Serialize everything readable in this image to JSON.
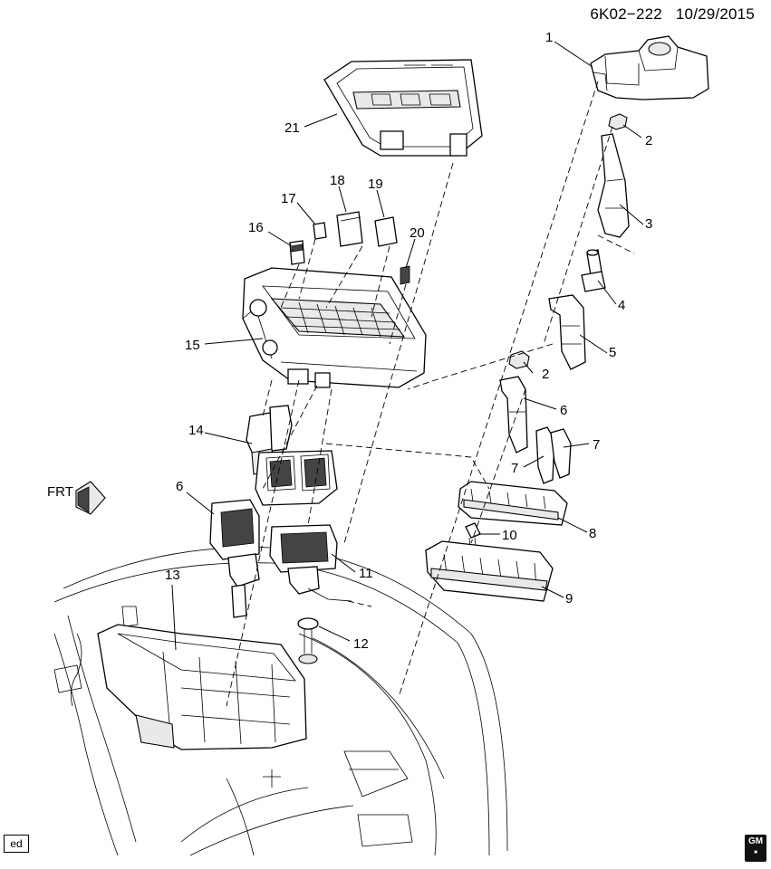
{
  "header": {
    "code": "6K02−222",
    "date": "10/29/2015"
  },
  "direction_label": "FRT",
  "corner_label": "ed",
  "logo": {
    "text": "GM"
  },
  "callouts": [
    "1",
    "2",
    "3",
    "4",
    "5",
    "2",
    "6",
    "7",
    "7",
    "8",
    "10",
    "9",
    "21",
    "18",
    "19",
    "17",
    "16",
    "20",
    "15",
    "14",
    "6",
    "11",
    "13",
    "12"
  ]
}
